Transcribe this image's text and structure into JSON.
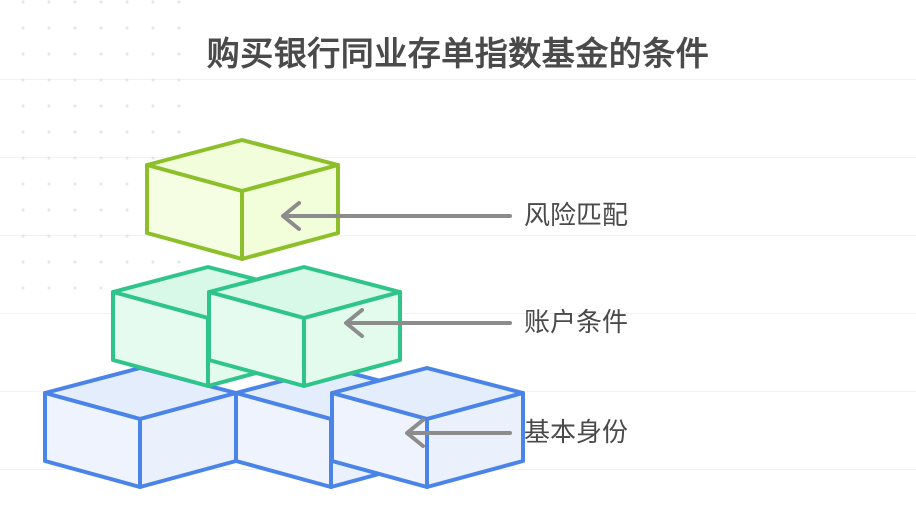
{
  "title": "购买银行同业存单指数基金的条件",
  "colors": {
    "title_text": "#4a4a4a",
    "label_text": "#4a4a4a",
    "arrow": "#8c8c8c",
    "top_cube_stroke": "#8cbf2a",
    "top_cube_fill_top": "#f2fddc",
    "top_cube_fill_left": "#f5fde3",
    "top_cube_fill_right": "#f2fdd9",
    "middle_cube_stroke": "#2fc58a",
    "middle_cube_fill_top": "#d9f9e8",
    "middle_cube_fill_left": "#e6fbf0",
    "middle_cube_fill_right": "#e3fbed",
    "bottom_cube_stroke": "#4a84e8",
    "bottom_cube_fill_top": "#e4edfc",
    "bottom_cube_fill_left": "#eef3fd",
    "bottom_cube_fill_right": "#eaf1fd",
    "background": "#ffffff",
    "grid_line": "#f2f2f2",
    "grid_dot": "#e6e6e6"
  },
  "rows": [
    {
      "id": "risk",
      "label": "风险匹配",
      "cube_count": 1,
      "color_key": "top_cube_stroke",
      "arrow": "arrow-left-icon"
    },
    {
      "id": "account",
      "label": "账户条件",
      "cube_count": 2,
      "color_key": "middle_cube_stroke",
      "arrow": "arrow-left-icon"
    },
    {
      "id": "identity",
      "label": "基本身份",
      "cube_count": 3,
      "color_key": "bottom_cube_stroke",
      "arrow": "arrow-left-icon"
    }
  ]
}
